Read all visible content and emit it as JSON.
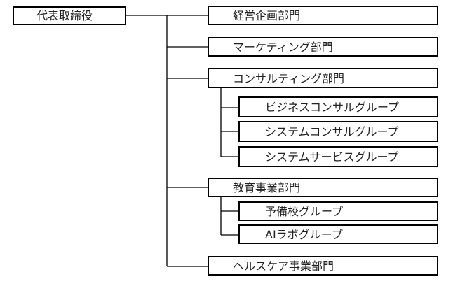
{
  "org_chart": {
    "root": {
      "label": "代表取締役"
    },
    "departments": [
      {
        "label": "経営企画部門",
        "groups": []
      },
      {
        "label": "マーケティング部門",
        "groups": []
      },
      {
        "label": "コンサルティング部門",
        "groups": [
          {
            "label": "ビジネスコンサルグループ"
          },
          {
            "label": "システムコンサルグループ"
          },
          {
            "label": "システムサービスグループ"
          }
        ]
      },
      {
        "label": "教育事業部門",
        "groups": [
          {
            "label": "予備校グループ"
          },
          {
            "label": "AIラボグループ"
          }
        ]
      },
      {
        "label": "ヘルスケア事業部門",
        "groups": []
      }
    ]
  }
}
